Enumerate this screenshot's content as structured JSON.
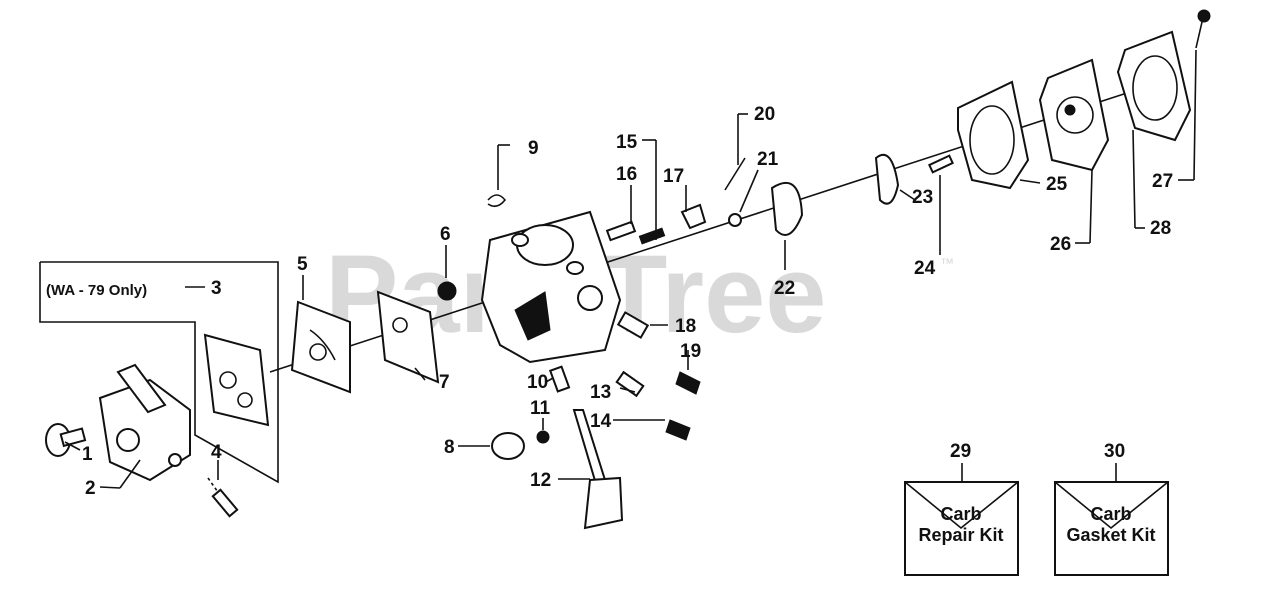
{
  "watermark": {
    "text": "PartsTree",
    "tm": "™"
  },
  "note": "(WA - 79 Only)",
  "callouts": [
    "1",
    "2",
    "3",
    "4",
    "5",
    "6",
    "7",
    "8",
    "9",
    "10",
    "11",
    "12",
    "13",
    "14",
    "15",
    "16",
    "17",
    "18",
    "19",
    "20",
    "21",
    "22",
    "23",
    "24",
    "25",
    "26",
    "27",
    "28",
    "29",
    "30"
  ],
  "kits": [
    {
      "number": "29",
      "line1": "Carb",
      "line2": "Repair Kit"
    },
    {
      "number": "30",
      "line1": "Carb",
      "line2": "Gasket Kit"
    }
  ]
}
